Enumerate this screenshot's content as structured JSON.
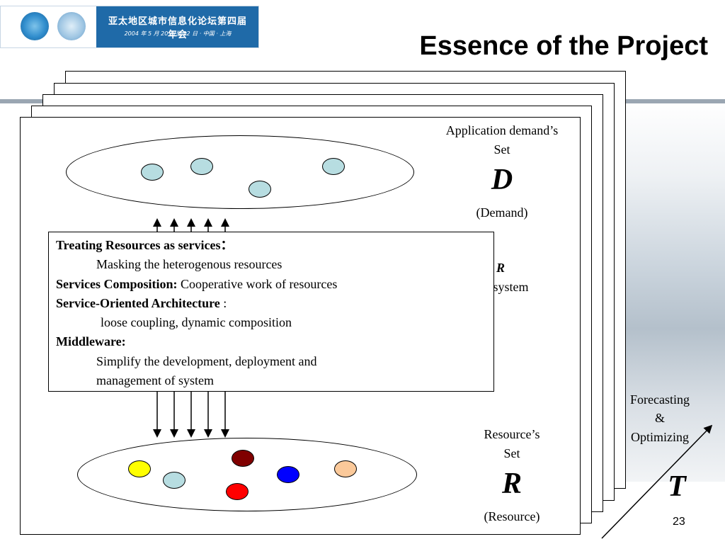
{
  "header": {
    "banner_title": "亚太地区城市信息化论坛第四届年会",
    "banner_subtitle": "2004 年 5 月 20 日至 22 日 · 中国 · 上海"
  },
  "slide": {
    "title": "Essence of the Project",
    "page_number": "23"
  },
  "demand": {
    "label_line1": "Application demand’s",
    "label_line2": "Set",
    "symbol": "D",
    "caption": "(Demand)",
    "node_color": "#b7dde1"
  },
  "middle": {
    "symbol_fragment": "R",
    "text_fragment": "le system"
  },
  "resource": {
    "label_line1": "Resource’s",
    "label_line2": "Set",
    "symbol": "R",
    "caption": "(Resource)",
    "node_colors": [
      "#ffff00",
      "#b7dde1",
      "#800000",
      "#ff0000",
      "#0000ff",
      "#fbc99a"
    ]
  },
  "time_axis": {
    "label_line1": "Forecasting",
    "label_line2": "&",
    "label_line3": "Optimizing",
    "symbol": "T"
  },
  "callout": {
    "l1_bold": "Treating Resources as services",
    "l1_punct": "：",
    "l2": "Masking the heterogenous resources",
    "l3_bold": "Services Composition:",
    "l3_rest": " Cooperative work of resources",
    "l4_bold": "Service-Oriented Architecture",
    "l4_rest": " :",
    "l5": "loose coupling, dynamic composition",
    "l6_bold": "Middleware:",
    "l7": "Simplify the development, deployment and",
    "l8": "management of system"
  }
}
